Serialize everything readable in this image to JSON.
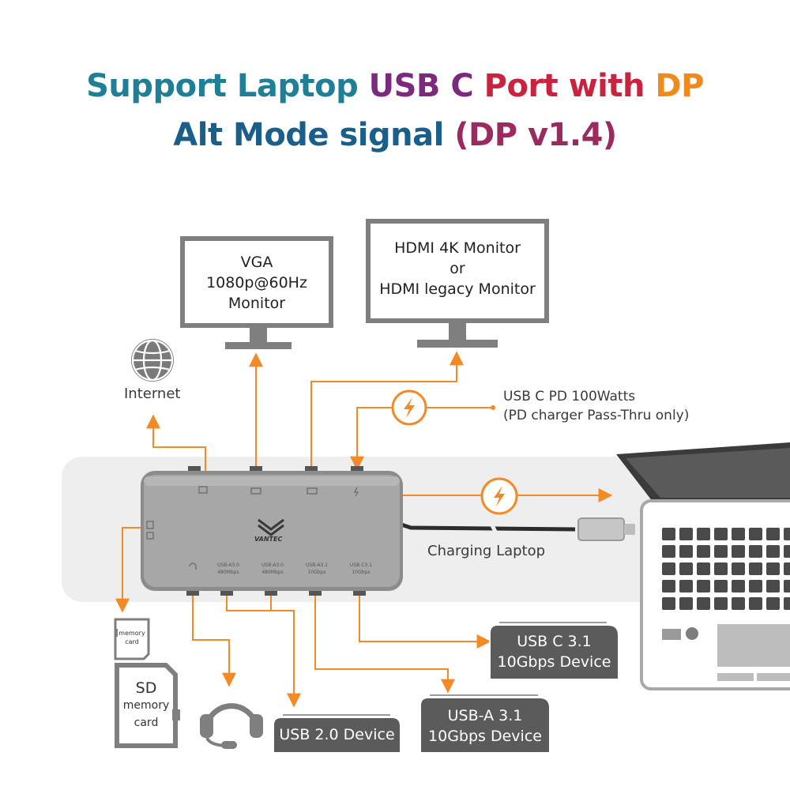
{
  "title": {
    "line1": [
      {
        "text": "Support Laptop ",
        "color": "#1f7f96"
      },
      {
        "text": "USB C ",
        "color": "#7b2a7d"
      },
      {
        "text": "Port with ",
        "color": "#c9243f"
      },
      {
        "text": "DP",
        "color": "#ef8a1c"
      }
    ],
    "line2": [
      {
        "text": "Alt Mode signal ",
        "color": "#1a5f8a"
      },
      {
        "text": "(DP v1.4)",
        "color": "#9a2a5f"
      }
    ]
  },
  "colors": {
    "accent": "#f28a26",
    "tag_bg": "#5b5b5b",
    "hub": "#9a9a9a",
    "backdrop": "#eeeeee"
  },
  "monitors": {
    "vga": {
      "lines": [
        "VGA",
        "1080p@60Hz",
        "Monitor"
      ]
    },
    "hdmi": {
      "lines": [
        "HDMI 4K Monitor",
        "or",
        "HDMI legacy Monitor"
      ]
    }
  },
  "internet": {
    "label": "Internet",
    "icon": "globe-icon"
  },
  "power": {
    "line1": "USB C PD 100Watts",
    "line2": "(PD charger Pass-Thru only)",
    "icon": "lightning-icon"
  },
  "laptop": {
    "charging_label": "Charging Laptop"
  },
  "hub": {
    "brand": "VANTEC",
    "port_labels": [
      "USB-A3.0 480Mbps",
      "USB-A3.0 480Mbps",
      "USB-A3.1 10Gbps",
      "USB-C3.1 10Gbps"
    ]
  },
  "devices": {
    "usbc": {
      "line1": "USB C 3.1",
      "line2": "10Gbps Device"
    },
    "usba": {
      "line1": "USB-A 3.1",
      "line2": "10Gbps Device"
    },
    "usb2": {
      "label": "USB 2.0 Device"
    },
    "memory_card": {
      "line1": "memory",
      "line2": "card"
    },
    "sd_card": {
      "line1": "SD",
      "line2": "memory",
      "line3": "card"
    },
    "headset": {
      "icon": "headset-icon"
    }
  }
}
